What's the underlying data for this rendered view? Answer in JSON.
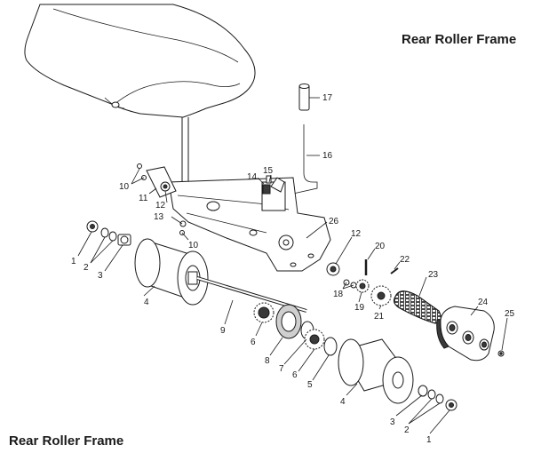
{
  "diagram": {
    "title_top": "Rear Roller Frame",
    "title_bottom": "Rear Roller Frame",
    "callouts": [
      "17",
      "16",
      "15",
      "14",
      "10",
      "11",
      "12",
      "13",
      "10",
      "26",
      "1",
      "2",
      "3",
      "4",
      "12",
      "20",
      "22",
      "23",
      "18",
      "19",
      "21",
      "9",
      "24",
      "25",
      "6",
      "8",
      "7",
      "6",
      "5",
      "4",
      "3",
      "2",
      "1"
    ]
  }
}
